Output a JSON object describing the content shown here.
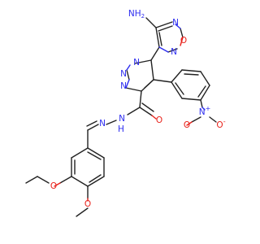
{
  "atoms": {
    "amino": "NH",
    "amino_sub": "2",
    "fz_n3": "N",
    "fz_o": "O",
    "fz_n5": "N",
    "tz_n1": "N",
    "tz_n2": "N",
    "tz_n3": "N",
    "nitro_n": "N",
    "nitro_n_charge": "+",
    "nitro_o1": "O",
    "nitro_o2": "O",
    "nitro_o2_charge": "-",
    "carbonyl_o": "O",
    "hydrazide_n1": "N",
    "hydrazide_h": "H",
    "hydrazide_n2": "N",
    "ethoxy_o": "O",
    "methoxy_o": "O"
  },
  "colors": {
    "bond": "#222222",
    "nitrogen": "#2d2df0",
    "oxygen": "#e8211a"
  }
}
